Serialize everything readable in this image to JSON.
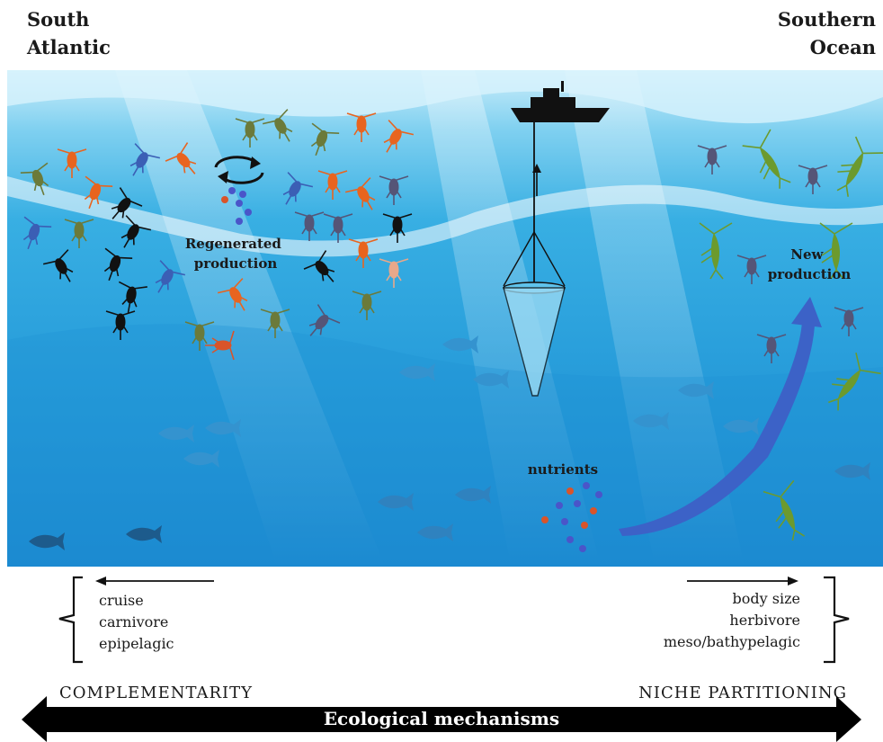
{
  "header": {
    "left_region": [
      "South",
      "Atlantic"
    ],
    "right_region": [
      "Southern",
      "Ocean"
    ]
  },
  "scene": {
    "regenerated_label": [
      "Regenerated",
      "production"
    ],
    "new_label": [
      "New",
      "production"
    ],
    "nutrients_label": "nutrients"
  },
  "traits": {
    "left": [
      "cruise",
      "carnivore",
      "epipelagic"
    ],
    "right": [
      "body size",
      "herbivore",
      "meso/bathypelagic"
    ]
  },
  "axis": {
    "left_label": "COMPLEMENTARITY",
    "right_label": "NICHE PARTITIONING",
    "title": "Ecological mechanisms"
  },
  "colors": {
    "ocean_top": "#bfe9f7",
    "ocean_mid": "#2fa6dd",
    "ocean_deep": "#1b8ad0",
    "copepod_orange": "#e8641f",
    "copepod_green": "#6b7a3a",
    "copepod_purple": "#555577",
    "krill_green": "#6c9a2e",
    "arrow_blue": "#3c62c7",
    "nutrient_blue": "#4a55c9",
    "nutrient_orange": "#d9542a"
  },
  "icons": [
    "ship-icon",
    "plankton-net-icon",
    "recycle-arrows-icon",
    "fish-icon",
    "copepod-icon",
    "krill-icon"
  ]
}
